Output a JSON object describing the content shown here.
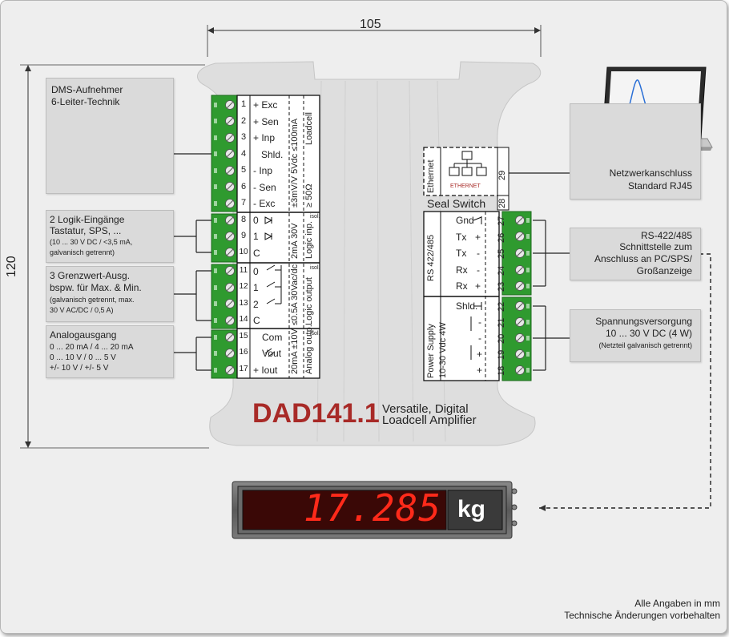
{
  "dimensions": {
    "width": "105",
    "height": "120"
  },
  "product": {
    "model": "DAD141.1",
    "tagline_1": "Versatile, Digital",
    "tagline_2": "Loadcell Amplifier",
    "seal_switch": "Seal Switch"
  },
  "left_boxes": {
    "loadcell": {
      "line1": "DMS-Aufnehmer",
      "line2": "6-Leiter-Technik"
    },
    "logic_in": {
      "line1": "2 Logik-Eingänge",
      "line2": "Tastatur, SPS, ...",
      "line3": "(10 ... 30 V DC / <3,5 mA,",
      "line4": "galvanisch getrennt)"
    },
    "limits": {
      "line1": "3 Grenzwert-Ausg.",
      "line2": "bspw. für Max. & Min.",
      "line3": "(galvanisch getrennt, max.",
      "line4": "30 V AC/DC / 0,5 A)"
    },
    "analog": {
      "line1": "Analogausgang",
      "line2": "0 ... 20 mA / 4 ... 20 mA",
      "line3": "0 ... 10 V / 0 ... 5 V",
      "line4": "+/- 10 V / +/- 5 V"
    }
  },
  "right_boxes": {
    "network": {
      "line1": "Netzwerkanschluss",
      "line2": "Standard RJ45"
    },
    "rs": {
      "line1": "RS-422/485",
      "line2": "Schnittstelle zum",
      "line3": "Anschluss an PC/SPS/",
      "line4": "Großanzeige"
    },
    "power": {
      "line1": "Spannungsversorgung",
      "line2": "10 ... 30 V DC (4 W)",
      "line3": "(Netzteil galvanisch getrennt)"
    }
  },
  "left_terminals": {
    "pins": [
      "1",
      "2",
      "3",
      "4",
      "5",
      "6",
      "7",
      "8",
      "9",
      "10",
      "11",
      "12",
      "13",
      "14",
      "15",
      "16",
      "17"
    ],
    "signals": [
      "+ Exc",
      "+ Sen",
      "+ Inp",
      "Shld.",
      "- Inp",
      "- Sen",
      "- Exc",
      "0",
      "1",
      "C",
      "0",
      "1",
      "2",
      "C",
      "Com",
      "Vout",
      "+ Iout"
    ]
  },
  "left_group_labels": {
    "loadcell_title": "Loadcell",
    "loadcell_spec1": "≥ 50Ω",
    "loadcell_spec2": "±3mV/V  5Vdc  ≤100mA",
    "logic_in_title": "Logic inp.",
    "logic_in_iso": "isol.",
    "logic_in_spec": "2mA  30V",
    "logic_out_title": "Logic output",
    "logic_out_iso": "isol.",
    "logic_out_spec": "≤0.5A 30Vac/dc",
    "analog_title": "Analog outp.",
    "analog_iso": "isol.",
    "analog_spec": "20mA ±10V"
  },
  "right_terminals": {
    "ethernet_label": "Ethernet",
    "ethernet_icon_text": "ETHERNET",
    "pin_29": "29",
    "pin_28": "28",
    "rs_label": "RS 422/485",
    "rs_pins": [
      "27",
      "26",
      "25",
      "24",
      "23"
    ],
    "rs_signals": [
      {
        "name": "Gnd",
        "pol": ""
      },
      {
        "name": "Tx",
        "pol": "+"
      },
      {
        "name": "Tx",
        "pol": "-"
      },
      {
        "name": "Rx",
        "pol": "-"
      },
      {
        "name": "Rx",
        "pol": "+"
      }
    ],
    "power_label_1": "Power Supply",
    "power_label_2": "10-30 Vdc 4W",
    "power_pins": [
      "22",
      "21",
      "20",
      "19",
      "18"
    ],
    "power_signals": [
      "Shld.",
      "-",
      "-",
      "+",
      "+"
    ]
  },
  "display": {
    "value": "17.285",
    "unit": "kg"
  },
  "footer": {
    "line1": "Alle Angaben in mm",
    "line2": "Technische Änderungen vorbehalten"
  },
  "colors": {
    "brand_red": "#a82a27",
    "terminal_green": "#2f9a2f",
    "led_red": "#ff2a1a",
    "display_bg": "#3a0806"
  }
}
